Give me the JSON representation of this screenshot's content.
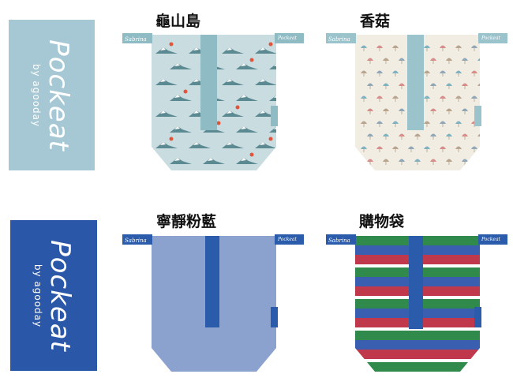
{
  "brand_top": {
    "name": "Pockeat",
    "sub": "by agooday",
    "color": "#a6c8d4"
  },
  "brand_bottom": {
    "name": "Pockeat",
    "sub": "by agooday",
    "color": "#2b57a8"
  },
  "products": [
    {
      "title": "龜山島",
      "tag_left": "Sabrina",
      "tag_right": "Pockeat",
      "pattern": "mountains",
      "base_color": "#c9dde1"
    },
    {
      "title": "香菇",
      "tag_left": "Sabrina",
      "tag_right": "Pockeat",
      "pattern": "mushrooms",
      "base_color": "#f1ede3"
    },
    {
      "title": "寧靜粉藍",
      "tag_left": "Sabrina",
      "tag_right": "Pockeat",
      "pattern": "plain",
      "base_color": "#8ba2cf"
    },
    {
      "title": "購物袋",
      "tag_left": "Sabrina",
      "tag_right": "Pockeat",
      "pattern": "stripes",
      "base_color": "#ffffff"
    }
  ]
}
